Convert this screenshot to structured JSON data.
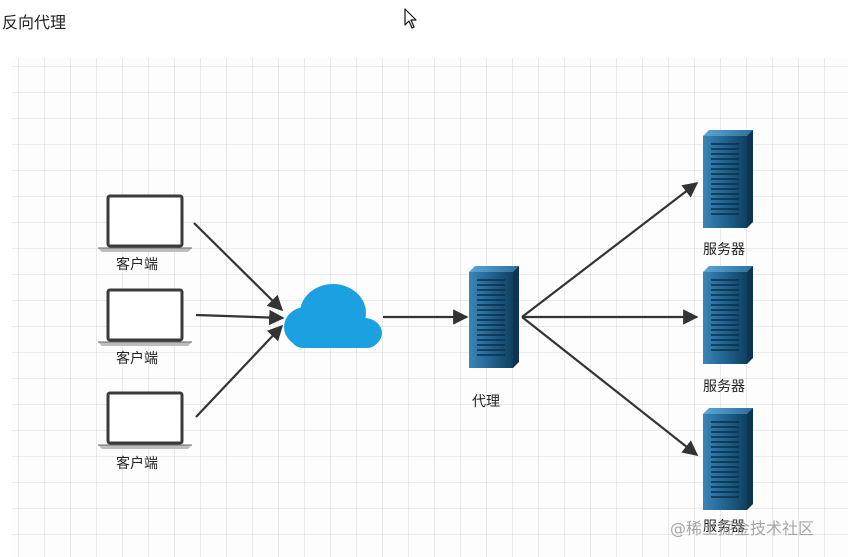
{
  "page": {
    "title": "反向代理"
  },
  "diagram": {
    "clients": [
      {
        "label": "客户端"
      },
      {
        "label": "客户端"
      },
      {
        "label": "客户端"
      }
    ],
    "internet": {
      "icon": "cloud-icon"
    },
    "proxy": {
      "label": "代理"
    },
    "servers": [
      {
        "label": "服务器"
      },
      {
        "label": "服务器"
      },
      {
        "label": "服务器"
      }
    ],
    "colors": {
      "cloud": "#1ba1e2",
      "server_light": "#2f6f9c",
      "server_dark": "#10405f",
      "arrow": "#333333",
      "laptop": "#3a3a3a"
    }
  },
  "watermark": "@稀土掘金技术社区"
}
